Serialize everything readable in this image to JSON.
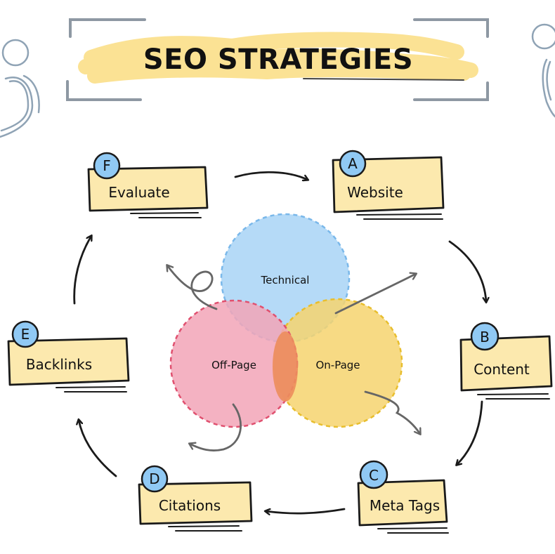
{
  "title": "SEO STRATEGIES",
  "nodes": [
    {
      "letter": "A",
      "label": "Website"
    },
    {
      "letter": "B",
      "label": "Content"
    },
    {
      "letter": "C",
      "label": "Meta Tags"
    },
    {
      "letter": "D",
      "label": "Citations"
    },
    {
      "letter": "E",
      "label": "Backlinks"
    },
    {
      "letter": "F",
      "label": "Evaluate"
    }
  ],
  "venn": {
    "technical": "Technical",
    "off_page": "Off-Page",
    "on_page": "On-Page"
  },
  "colors": {
    "note_fill": "#FCE9AE",
    "badge_fill": "#90C9F4",
    "highlight": "#FBE08E",
    "technical": "#A8D4F6",
    "off_page": "#F2A5B7",
    "on_page": "#F6D46E",
    "overlap": "#EC8D5C"
  }
}
